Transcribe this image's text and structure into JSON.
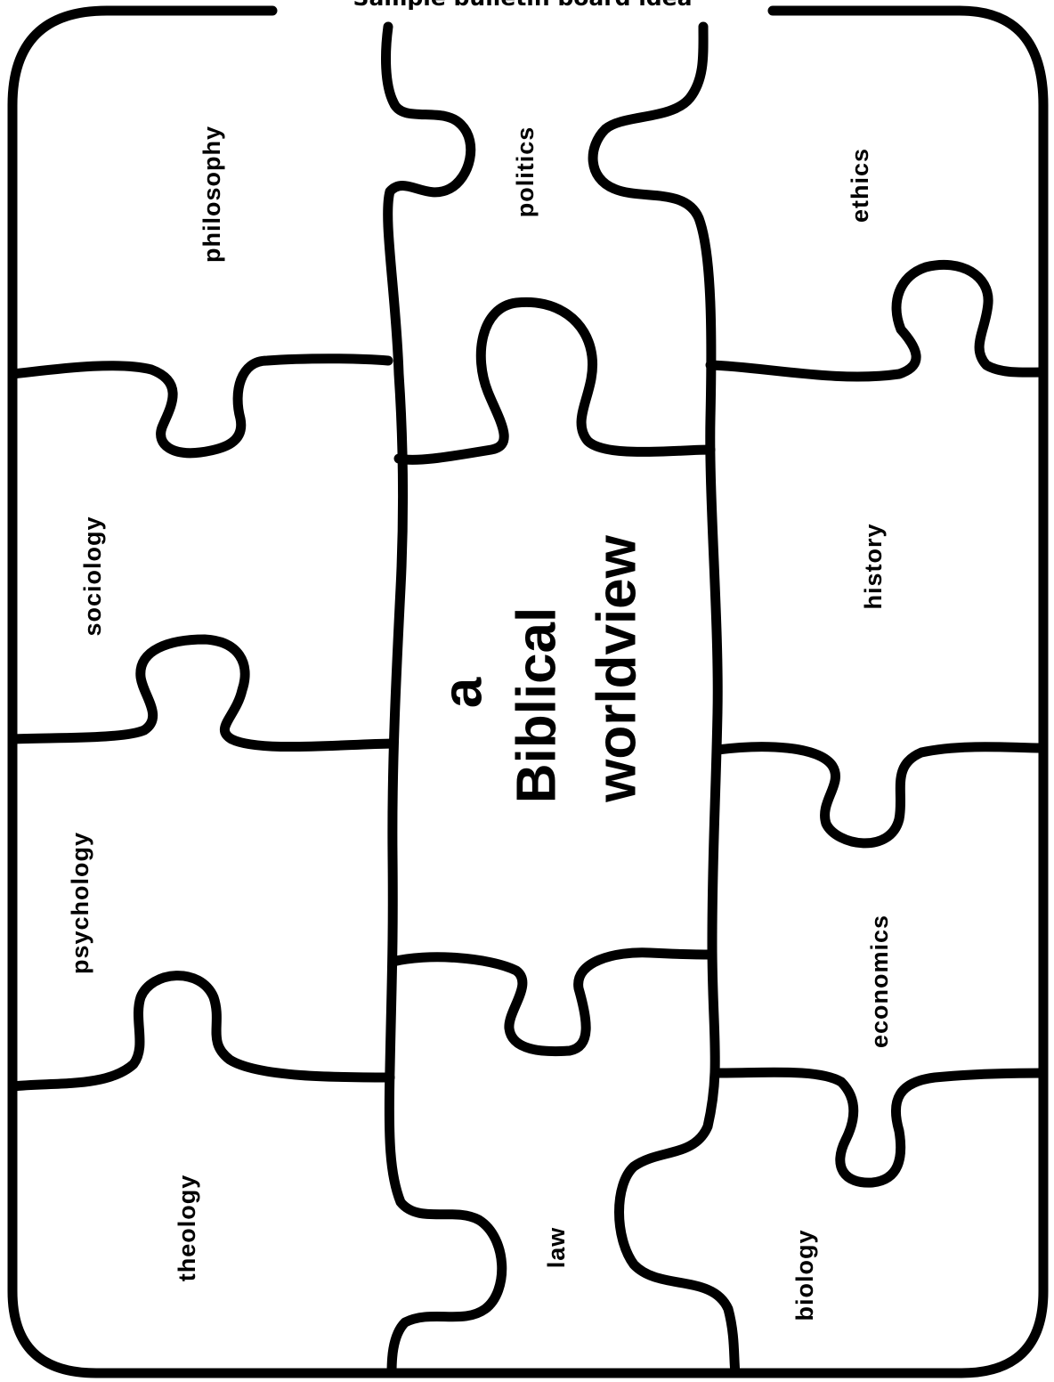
{
  "title": "Sample bulletin board idea",
  "center": {
    "line1": "a",
    "line2": "Biblical",
    "line3": "worldview"
  },
  "pieces": {
    "philosophy": "philosophy",
    "politics": "politics",
    "ethics": "ethics",
    "sociology": "sociology",
    "history": "history",
    "psychology": "psychology",
    "economics": "economics",
    "theology": "theology",
    "law": "law",
    "biology": "biology"
  },
  "colors": {
    "ink": "#000000",
    "paper": "#ffffff"
  }
}
